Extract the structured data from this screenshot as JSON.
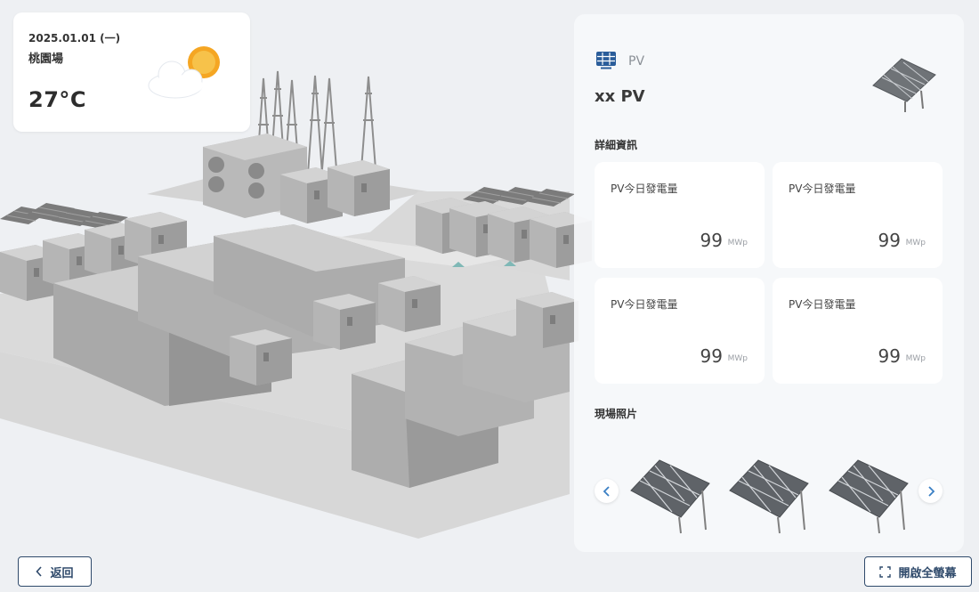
{
  "weather": {
    "date": "2025.01.01 (一)",
    "site": "桃園場",
    "temperature": "27°C",
    "icon": "partly-cloudy-icon"
  },
  "panel": {
    "type_icon": "solar-panel-icon",
    "type_label": "PV",
    "title": "xx PV",
    "detail_section": "詳細資訊",
    "stats": [
      {
        "name": "PV今日發電量",
        "value": "99",
        "unit": "MWp"
      },
      {
        "name": "PV今日發電量",
        "value": "99",
        "unit": "MWp"
      },
      {
        "name": "PV今日發電量",
        "value": "99",
        "unit": "MWp"
      },
      {
        "name": "PV今日發電量",
        "value": "99",
        "unit": "MWp"
      }
    ],
    "photo_section": "現場照片",
    "photos": [
      "solar-panel-photo",
      "solar-panel-photo",
      "solar-panel-photo"
    ]
  },
  "footer": {
    "back_label": "返回",
    "fullscreen_label": "開啟全螢幕"
  },
  "colors": {
    "accent": "#2f4a6b",
    "icon_blue": "#2a5d9a",
    "nav_arrow": "#3a7fc4",
    "background": "#eef0f3"
  }
}
